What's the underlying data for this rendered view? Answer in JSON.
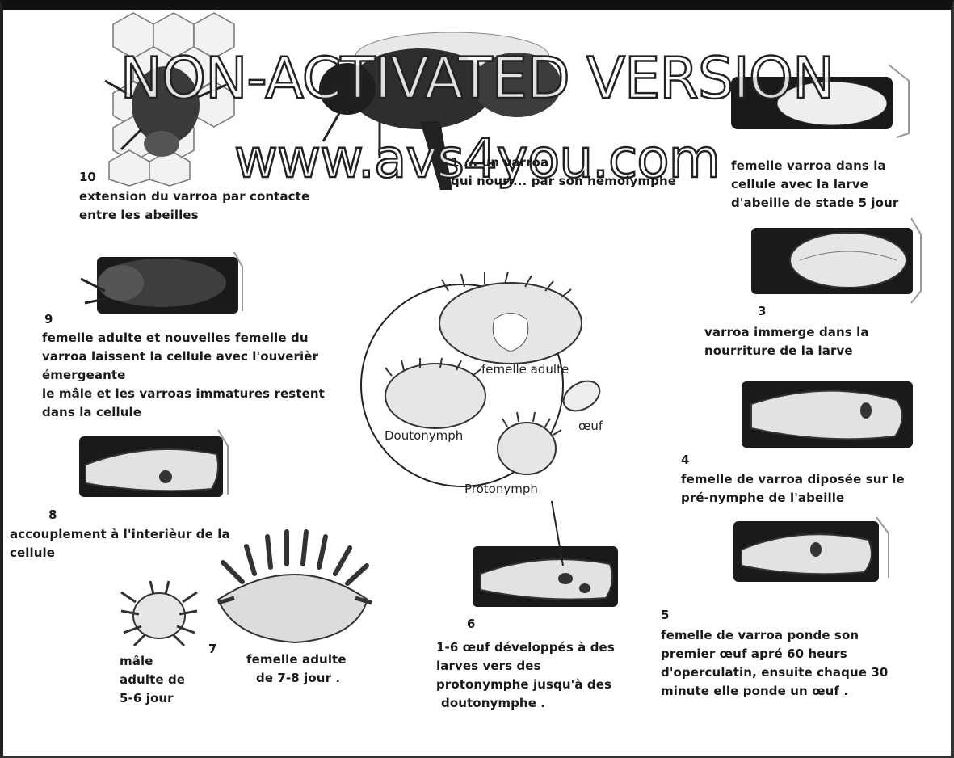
{
  "watermark": {
    "line1": "NON-ACTIVATED VERSION",
    "line2": "www.avs4you.com"
  },
  "steps": {
    "s1": {
      "lines": [
        "1 ... un varroa",
        "qui nourr... par son hémolymphe"
      ]
    },
    "s2": {
      "lines": [
        "femelle varroa dans la",
        "cellule avec la larve",
        "d'abeille de stade 5 jour"
      ]
    },
    "s3": {
      "number": "3",
      "lines": [
        "varroa immerge dans la",
        "nourriture de la larve"
      ]
    },
    "s4": {
      "number": "4",
      "lines": [
        "femelle de varroa diposée sur le",
        "pré-nymphe de l'abeille"
      ]
    },
    "s5": {
      "number": "5",
      "lines": [
        "femelle de varroa ponde son",
        "premier œuf apré 60 heurs",
        "d'operculatin, ensuite chaque 30",
        "minute  elle ponde un œuf ."
      ]
    },
    "s6": {
      "number": "6",
      "lines": [
        "1-6 œuf développés à des",
        "larves vers des",
        "protonymphe jusqu'à des",
        "doutonymphe ."
      ]
    },
    "s7": {
      "number": "7",
      "male": [
        "mâle",
        "adulte de",
        "5-6 jour"
      ],
      "female": [
        "femelle adulte",
        "de 7-8 jour  ."
      ]
    },
    "s8": {
      "number": "8",
      "lines": [
        "accouplement à l'interièur de la",
        "cellule"
      ]
    },
    "s9": {
      "number": "9",
      "lines": [
        "femelle adulte et nouvelles femelle du",
        "varroa laissent la cellule avec l'ouverièr",
        "émergeante",
        "le mâle et les varroas immatures restent",
        " dans la cellule"
      ]
    },
    "s10": {
      "number": "10",
      "lines": [
        "extension du varroa par contacte",
        "entre  les  abeilles"
      ]
    }
  },
  "circle": {
    "adult_female": "femelle adulte",
    "egg": "œuf",
    "deutonymph": "Doutonymph",
    "protonymph": "Protonymph"
  }
}
